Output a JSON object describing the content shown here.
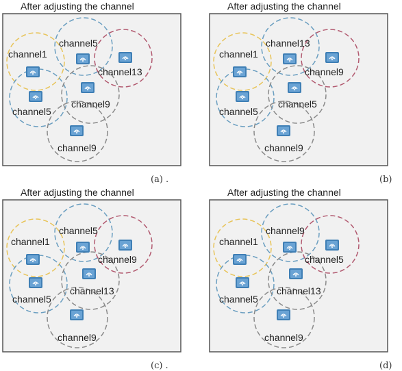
{
  "colors": {
    "yellow": "#e8c45a",
    "blue": "#6a9ec0",
    "red": "#b25a70",
    "gray": "#8a8a8a",
    "panel_fill": "#f1f1f1",
    "panel_border": "#555555",
    "ap_icon": "#3f7fb5"
  },
  "panels": [
    {
      "title": "After adjusting the channel",
      "sublabel": "(a) .",
      "labels": {
        "yellow": "channel1",
        "top": "channel5",
        "right": "channel13",
        "left": "channel5",
        "center": "channel9",
        "bottom": "channel9"
      }
    },
    {
      "title": "After adjusting the channel",
      "sublabel": "(b)",
      "labels": {
        "yellow": "channel1",
        "top": "channel13",
        "right": "channel9",
        "left": "channel5",
        "center": "channel5",
        "bottom": "channel9"
      }
    },
    {
      "title": "After adjusting the channel",
      "sublabel": "(c) .",
      "labels": {
        "yellow": "channel1",
        "top": "channel5",
        "right": "channel9",
        "left": "channel5",
        "center": "channel13",
        "bottom": "channel9"
      }
    },
    {
      "title": "After adjusting the channel",
      "sublabel": "(d)",
      "labels": {
        "yellow": "channel1",
        "top": "channel9",
        "right": "channel5",
        "left": "channel5",
        "center": "channel13",
        "bottom": "channel9"
      }
    }
  ]
}
